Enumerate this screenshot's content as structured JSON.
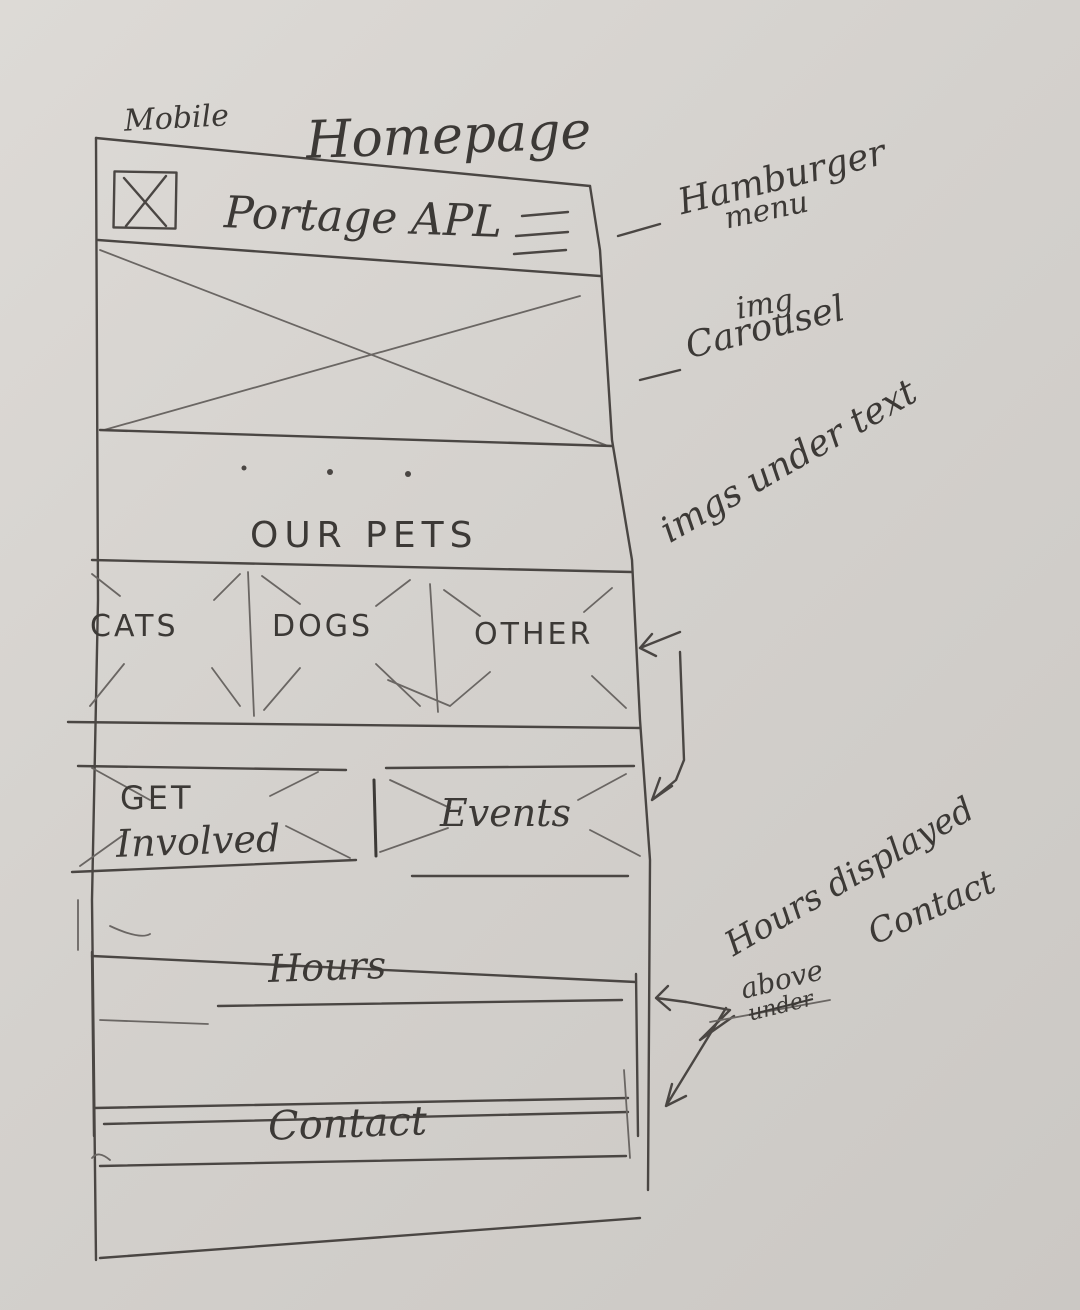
{
  "title": {
    "mobile": "Mobile",
    "homepage": "Homepage"
  },
  "header": {
    "site_name": "Portage APL"
  },
  "section_our_pets": {
    "heading": "OUR PETS",
    "tiles": [
      "CATS",
      "DOGS",
      "OTHER"
    ]
  },
  "section_cta": {
    "get_line1": "GET",
    "get_line2": "Involved",
    "events": "Events"
  },
  "section_footer": {
    "hours": "Hours",
    "contact": "Contact"
  },
  "annotations": {
    "hamburger_line1": "Hamburger",
    "hamburger_line2": "menu",
    "carousel_line1": "img",
    "carousel_line2": "Carousel",
    "imgs_under_text": "imgs under text",
    "hours_line1": "Hours displayed",
    "hours_line2": "above",
    "hours_struck": "under",
    "hours_line3": "Contact"
  },
  "colors": {
    "paper": "#d4d1cd",
    "pencil": "#4a4643"
  }
}
